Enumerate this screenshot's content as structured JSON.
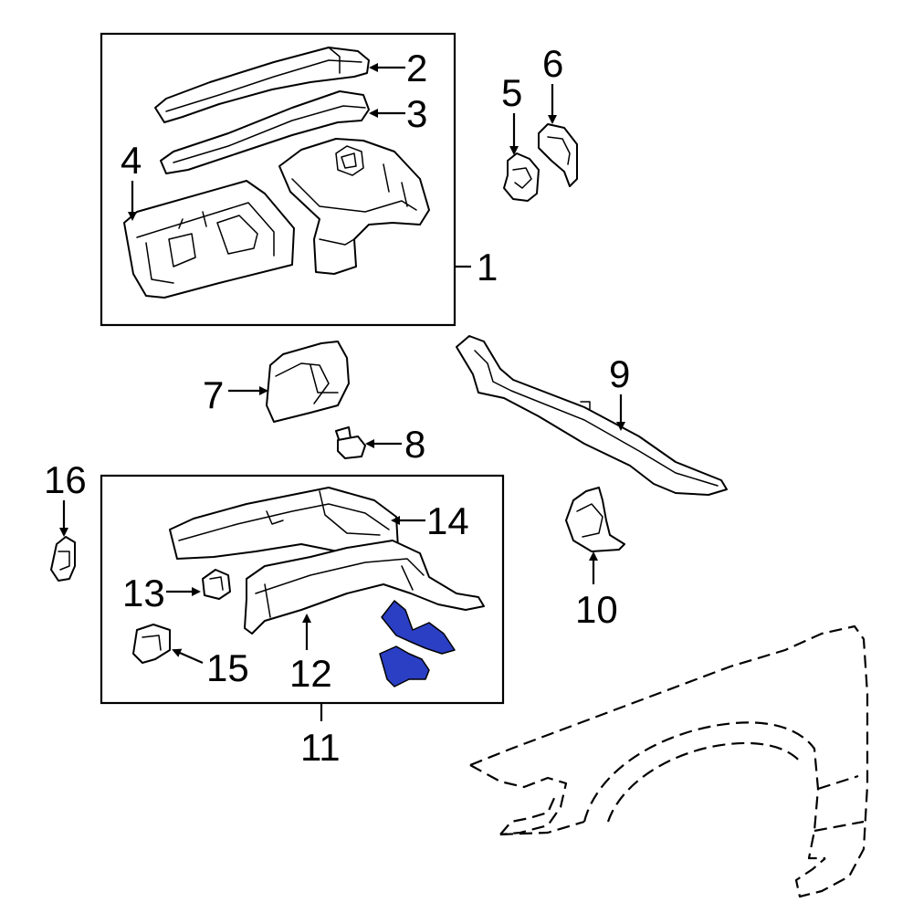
{
  "callouts": {
    "c1": "1",
    "c2": "2",
    "c3": "3",
    "c4": "4",
    "c5": "5",
    "c6": "6",
    "c7": "7",
    "c8": "8",
    "c9": "9",
    "c10": "10",
    "c11": "11",
    "c12": "12",
    "c13": "13",
    "c14": "14",
    "c15": "15",
    "c16": "16"
  },
  "colors": {
    "highlight": "#2b3fc4",
    "outline": "#000000",
    "background": "#ffffff"
  }
}
